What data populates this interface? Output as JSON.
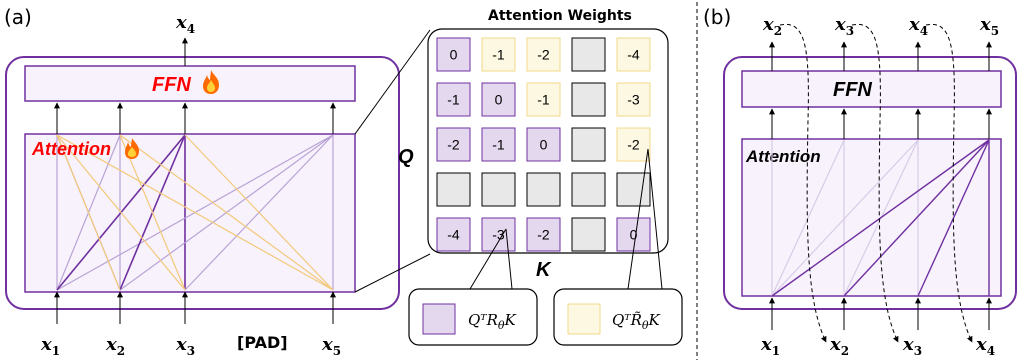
{
  "panel_a": {
    "label": "(a)",
    "ffn_label": "FFN",
    "attention_label": "Attention",
    "fire_icon": "fire-icon",
    "top_output": {
      "base": "x",
      "sub": "4"
    },
    "bottom_inputs": [
      {
        "base": "x",
        "sub": "1"
      },
      {
        "base": "x",
        "sub": "2"
      },
      {
        "base": "x",
        "sub": "3"
      },
      {
        "text": "[PAD]"
      },
      {
        "base": "x",
        "sub": "5"
      }
    ]
  },
  "matrix": {
    "title": "Attention Weights",
    "q_label": "Q",
    "k_label": "K",
    "rows": [
      [
        {
          "v": "0",
          "c": "p"
        },
        {
          "v": "-1",
          "c": "y"
        },
        {
          "v": "-2",
          "c": "y"
        },
        {
          "v": "",
          "c": "g"
        },
        {
          "v": "-4",
          "c": "y"
        }
      ],
      [
        {
          "v": "-1",
          "c": "p"
        },
        {
          "v": "0",
          "c": "p"
        },
        {
          "v": "-1",
          "c": "y"
        },
        {
          "v": "",
          "c": "g"
        },
        {
          "v": "-3",
          "c": "y"
        }
      ],
      [
        {
          "v": "-2",
          "c": "p"
        },
        {
          "v": "-1",
          "c": "p"
        },
        {
          "v": "0",
          "c": "p"
        },
        {
          "v": "",
          "c": "g"
        },
        {
          "v": "-2",
          "c": "y"
        }
      ],
      [
        {
          "v": "",
          "c": "g"
        },
        {
          "v": "",
          "c": "g"
        },
        {
          "v": "",
          "c": "g"
        },
        {
          "v": "",
          "c": "g"
        },
        {
          "v": "",
          "c": "g"
        }
      ],
      [
        {
          "v": "-4",
          "c": "p"
        },
        {
          "v": "-3",
          "c": "p"
        },
        {
          "v": "-2",
          "c": "p"
        },
        {
          "v": "",
          "c": "g"
        },
        {
          "v": "0",
          "c": "p"
        }
      ]
    ],
    "legend": [
      {
        "formula": "QᵀR",
        "theta": "θ",
        "tail": "K",
        "color": "p"
      },
      {
        "formula": "QᵀR̃",
        "theta": "θ",
        "tail": "K",
        "color": "y"
      }
    ]
  },
  "panel_b": {
    "label": "(b)",
    "ffn_label": "FFN",
    "attention_label": "Attention",
    "top_outputs": [
      {
        "base": "x",
        "sub": "2"
      },
      {
        "base": "x",
        "sub": "3"
      },
      {
        "base": "x",
        "sub": "4"
      },
      {
        "base": "x",
        "sub": "5"
      }
    ],
    "bottom_inputs": [
      {
        "base": "x",
        "sub": "1"
      },
      {
        "base": "x",
        "sub": "2"
      },
      {
        "base": "x",
        "sub": "3"
      },
      {
        "base": "x",
        "sub": "4"
      }
    ]
  },
  "colors": {
    "purple": "#7030a0",
    "purple_fill": "#e4d8ef",
    "yellow_border": "#f2d98a",
    "yellow_fill": "#fdf8e2",
    "gray_fill": "#e8e8e8",
    "red": "#ff0000",
    "light_purple_line": "#b9a3d6",
    "orange_line": "#f3c97a"
  }
}
